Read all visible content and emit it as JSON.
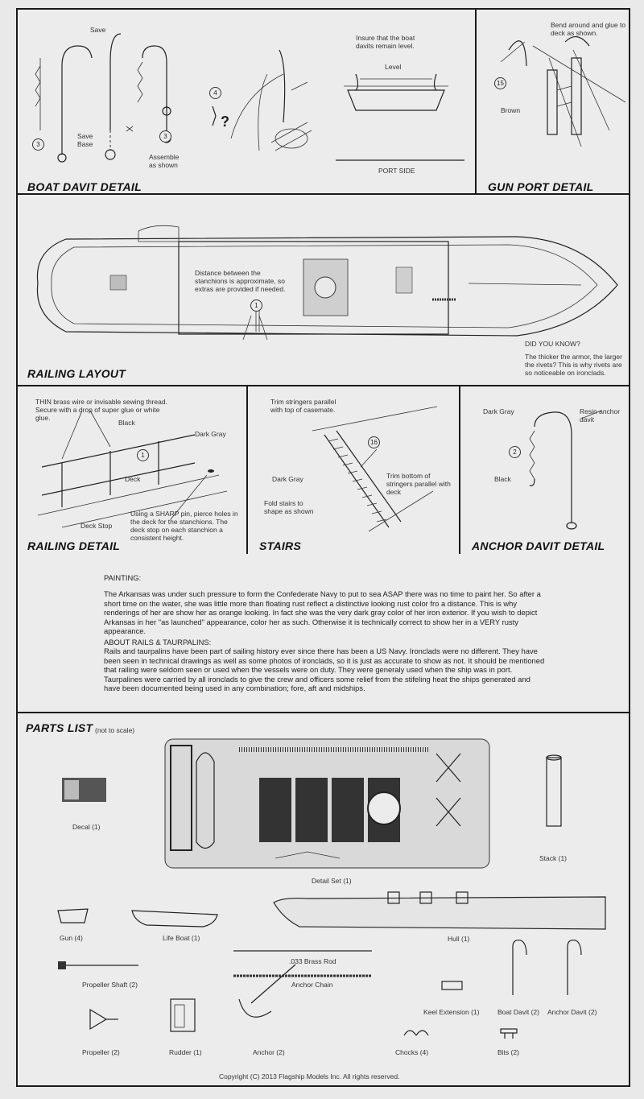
{
  "boat_davit": {
    "title": "BOAT DAVIT DETAIL",
    "save_label": "Save",
    "save_base_label": "Save Base",
    "assemble_label": "Assemble as shown",
    "callout_3a": "3",
    "callout_3b": "3",
    "callout_4": "4",
    "insure_label": "Insure that the boat davits remain level.",
    "level_label": "Level",
    "port_side_label": "PORT SIDE"
  },
  "gun_port": {
    "title": "GUN PORT DETAIL",
    "bend_label": "Bend around and glue to deck as shown.",
    "callout_15": "15",
    "brown_label": "Brown"
  },
  "railing_layout": {
    "title": "RAILING LAYOUT",
    "distance_label": "Distance between the stanchions is approximate, so extras are provided if needed.",
    "callout_1": "1",
    "did_you_know_title": "DID YOU KNOW?",
    "did_you_know_text": "The thicker the armor, the larger the rivets? This is why rivets are so noticeable on ironclads."
  },
  "railing_detail": {
    "title": "RAILING DETAIL",
    "thin_label": "THIN brass wire or invisable sewing thread. Secure with a drop of super glue or white glue.",
    "black_label": "Black",
    "dark_gray_label": "Dark Gray",
    "callout_1": "1",
    "deck_label": "Deck",
    "deck_stop_label": "Deck Stop",
    "sharp_label": "Using a SHARP pin, pierce holes in the deck for the stanchions. The deck stop on each stanchion a consistent height."
  },
  "stairs": {
    "title": "STAIRS",
    "trim_stringers_label": "Trim stringers parallel with top of casemate.",
    "callout_16": "16",
    "dark_gray_label": "Dark Gray",
    "fold_label": "Fold stairs to shape as shown",
    "trim_bottom_label": "Trim bottom of stringers parallel with deck"
  },
  "anchor_davit": {
    "title": "ANCHOR DAVIT DETAIL",
    "dark_gray_label": "Dark Gray",
    "resin_label": "Resin anchor davit",
    "callout_2": "2",
    "black_label": "Black"
  },
  "painting": {
    "heading": "PAINTING:",
    "para": "The Arkansas was under such pressure to form the Confederate Navy to put to sea ASAP there was no time to paint her. So after a short time on the water, she was little more than floating rust reflect a distinctive looking rust color fro a distance. This is why renderings of her are show her as orange looking. In fact she was the very dark gray color of her iron exterior. If you wish to depict Arkansas in her \"as launched\" appearance, color her as such. Otherwise it is technically correct to show her in a VERY rusty appearance.",
    "rails_heading": "ABOUT RAILS & TAURPALINS:",
    "rails_para": "Rails and taurpalins have been part of sailing history ever since there has been a US Navy. Ironclads were no different. They have been seen in technical drawings as well as some photos of ironclads, so it is just as accurate to show as not. It should be mentioned that railing were seldom seen or used when the vessels were on duty. They were generaly used when the ship was in port. Taurpalines were carried by all ironclads to give the crew and officers some relief from the stifeling heat the ships generated and have been documented being used in any combination; fore, aft and midships."
  },
  "parts_list": {
    "title": "PARTS LIST",
    "subtitle": "(not to scale)",
    "decal": "Decal (1)",
    "detail_set": "Detail Set (1)",
    "stack": "Stack (1)",
    "gun": "Gun (4)",
    "life_boat": "Life Boat (1)",
    "hull": "Hull (1)",
    "brass_rod": ".033 Brass Rod",
    "propeller_shaft": "Propeller Shaft (2)",
    "anchor_chain": "Anchor Chain",
    "keel_extension": "Keel Extension (1)",
    "boat_davit": "Boat Davit (2)",
    "anchor_davit": "Anchor Davit (2)",
    "propeller": "Propeller (2)",
    "rudder": "Rudder (1)",
    "anchor": "Anchor (2)",
    "chocks": "Chocks (4)",
    "bits": "Bits (2)"
  },
  "copyright": "Copyright (C) 2013 Flagship Models Inc. All rights reserved."
}
